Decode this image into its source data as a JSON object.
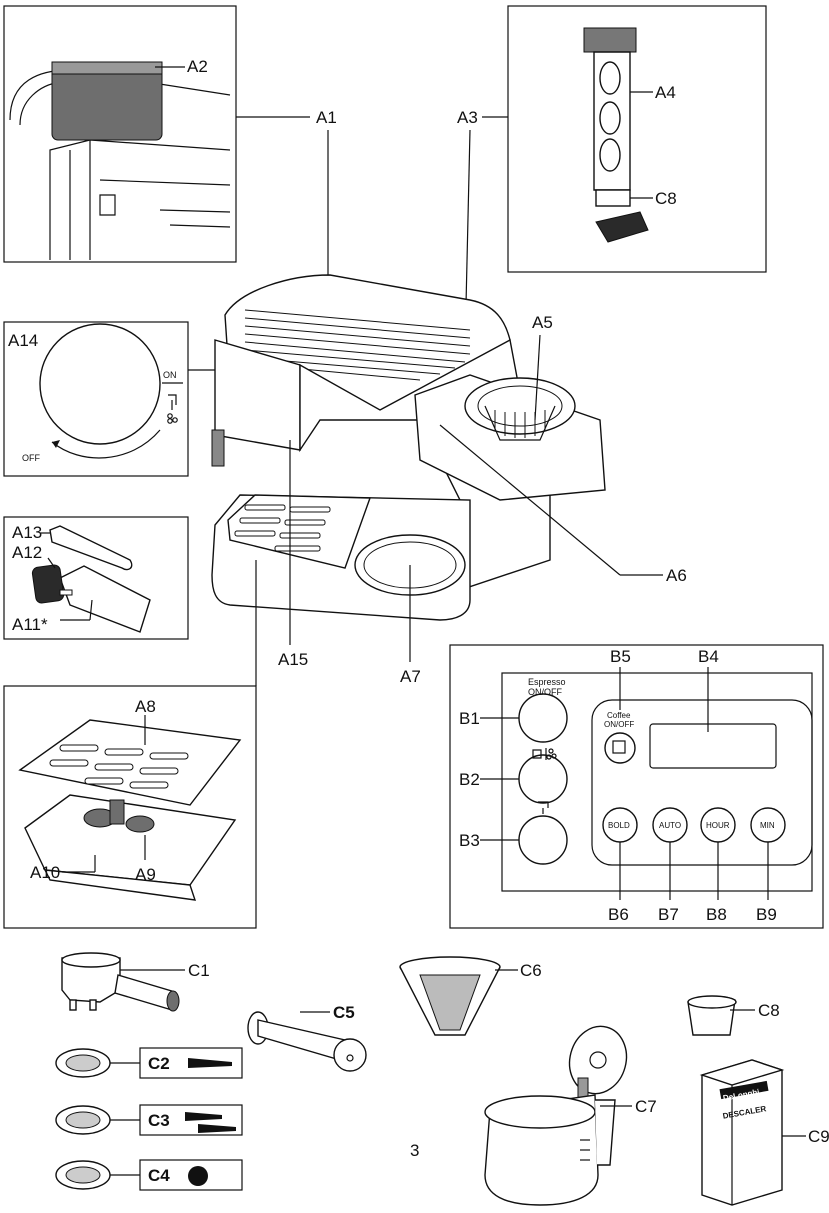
{
  "labels": {
    "A1": "A1",
    "A2": "A2",
    "A3": "A3",
    "A4": "A4",
    "A5": "A5",
    "A6": "A6",
    "A7": "A7",
    "A8": "A8",
    "A9": "A9",
    "A10": "A10",
    "A11": "A11*",
    "A12": "A12",
    "A13": "A13",
    "A14": "A14",
    "A15": "A15",
    "B1": "B1",
    "B2": "B2",
    "B3": "B3",
    "B4": "B4",
    "B5": "B5",
    "B6": "B6",
    "B7": "B7",
    "B8": "B8",
    "B9": "B9",
    "C1": "C1",
    "C2": "C2",
    "C3": "C3",
    "C4": "C4",
    "C5": "C5",
    "C6": "C6",
    "C7": "C7",
    "C8_top": "C8",
    "C8": "C8",
    "C9": "C9"
  },
  "knob": {
    "on": "ON",
    "off": "OFF"
  },
  "panel": {
    "espresso_line1": "Espresso",
    "espresso_line2": "ON/OFF",
    "coffee_line1": "Coffee",
    "coffee_line2": "ON/OFF",
    "bold": "BOLD",
    "auto": "AUTO",
    "hour": "HOUR",
    "min": "MIN"
  },
  "descaler": {
    "brand": "DeLonghi",
    "name": "DESCALER"
  },
  "page_number": "3"
}
